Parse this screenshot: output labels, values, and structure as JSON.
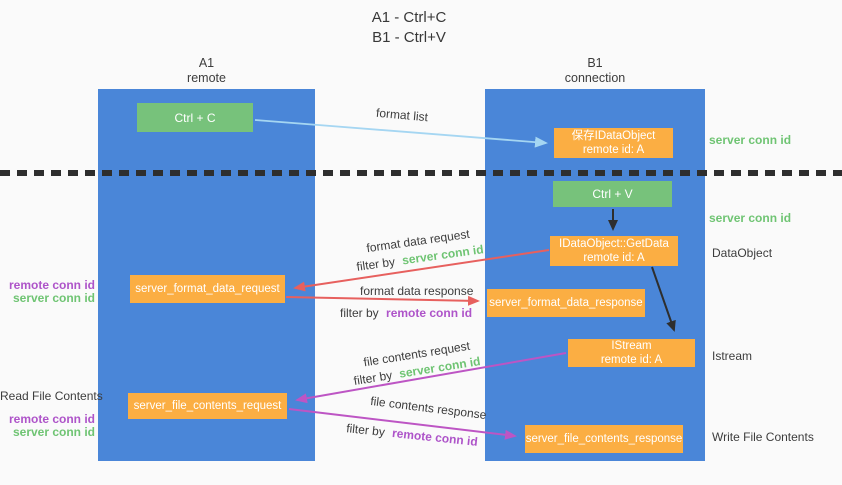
{
  "title": {
    "line1": "A1 - Ctrl+C",
    "line2": "B1 - Ctrl+V"
  },
  "columns": {
    "left": {
      "name": "A1",
      "role": "remote"
    },
    "right": {
      "name": "B1",
      "role": "connection"
    }
  },
  "nodes": {
    "ctrl_c": "Ctrl + C",
    "ctrl_v": "Ctrl + V",
    "save_idataobject": {
      "line1": "保存IDataObject",
      "line2": "remote id: A"
    },
    "getdata": {
      "line1": "IDataObject::GetData",
      "line2": "remote id: A"
    },
    "istream": {
      "line1": "IStream",
      "line2": "remote id: A"
    },
    "format_request": "server_format_data_request",
    "format_response": "server_format_data_response",
    "file_request": "server_file_contents_request",
    "file_response": "server_file_contents_response"
  },
  "arrows": {
    "format_list": "format list",
    "format_data_request": "format data request",
    "format_data_response": "format data response",
    "file_contents_request": "file contents request",
    "file_contents_response": "file contents response",
    "filter_by": "filter by",
    "server_conn_id": "server conn id",
    "remote_conn_id": "remote conn id"
  },
  "side_labels": {
    "left": [
      {
        "text": "remote conn id",
        "style": "purple"
      },
      {
        "text": "server conn id",
        "style": "green"
      },
      {
        "text": "Read File Contents",
        "style": "dark"
      },
      {
        "text": "remote conn id",
        "style": "purple"
      },
      {
        "text": "server conn id",
        "style": "green"
      }
    ],
    "right": [
      {
        "text": "server conn id",
        "style": "green"
      },
      {
        "text": "server conn id",
        "style": "green"
      },
      {
        "text": "DataObject",
        "style": "dark"
      },
      {
        "text": "Istream",
        "style": "dark"
      },
      {
        "text": "Write File Contents",
        "style": "dark"
      }
    ]
  },
  "colors": {
    "column_blue": "#4a86d8",
    "node_orange": "#fbae43",
    "node_green": "#77c27b",
    "server_conn_green": "#6fc473",
    "remote_conn_purple": "#ae54c9",
    "request_red": "#e7605e",
    "contents_magenta": "#bd55c4",
    "format_list_blue": "#a5d6f2",
    "black_arrow": "#2e2e2e",
    "background": "#fafafa"
  }
}
